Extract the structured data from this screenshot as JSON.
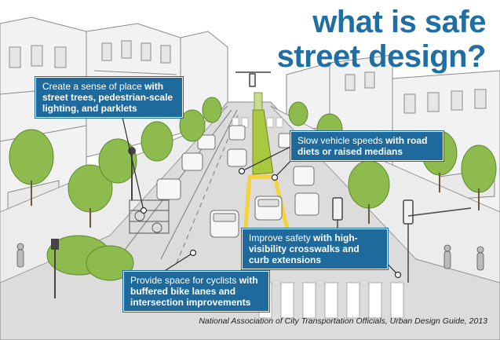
{
  "title": {
    "line1": "what is safe",
    "line2": "street design?"
  },
  "callouts": {
    "place": {
      "lead": "Create a sense of place ",
      "bold": "with street trees, pedestrian-scale lighting, and parklets"
    },
    "speed": {
      "lead": "Slow vehicle speeds ",
      "bold": "with road diets or raised medians"
    },
    "safety": {
      "lead": "Improve safety ",
      "bold": "with high-visibility crosswalks and curb extensions"
    },
    "cyclists": {
      "lead": "Provide space for cyclists ",
      "bold": "with buffered bike lanes and intersection improvements"
    }
  },
  "source": "National Association of City Transportation Officials, Urban Design Guide, 2013",
  "colors": {
    "title": "#1f6fa3",
    "callout_bg": "#1f6a9c",
    "median_green": "#a8c83e",
    "highlight_yellow": "#f3d23a",
    "tree_green": "#8dbb4e",
    "line_gray": "#6f6f6f"
  }
}
